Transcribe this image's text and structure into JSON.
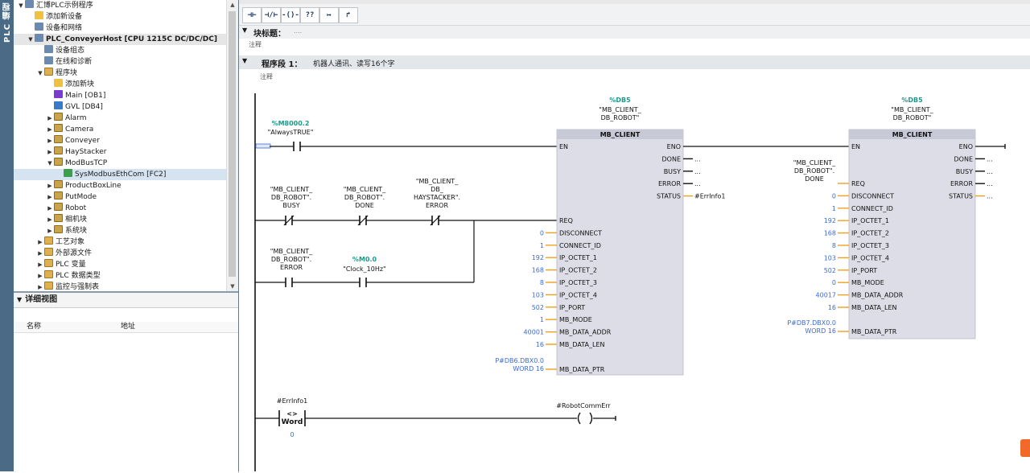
{
  "side_tab": {
    "label": "PLC 编程"
  },
  "tree": {
    "items": [
      {
        "label": "汇博PLC示例程序",
        "level": 0,
        "arrow": "▼",
        "icon": "project-icon"
      },
      {
        "label": "添加新设备",
        "level": 1,
        "arrow": "",
        "icon": "add-device-icon"
      },
      {
        "label": "设备和网络",
        "level": 1,
        "arrow": "",
        "icon": "network-icon"
      },
      {
        "label": "PLC_ConveyerHost [CPU 1215C DC/DC/DC]",
        "level": 1,
        "arrow": "▼",
        "icon": "plc-icon",
        "hl": true
      },
      {
        "label": "设备组态",
        "level": 2,
        "arrow": "",
        "icon": "device-config-icon"
      },
      {
        "label": "在线和诊断",
        "level": 2,
        "arrow": "",
        "icon": "diagnostics-icon"
      },
      {
        "label": "程序块",
        "level": 2,
        "arrow": "▼",
        "icon": "folder-icon"
      },
      {
        "label": "添加新块",
        "level": 3,
        "arrow": "",
        "icon": "add-block-icon"
      },
      {
        "label": "Main [OB1]",
        "level": 3,
        "arrow": "",
        "icon": "ob-icon"
      },
      {
        "label": "GVL [DB4]",
        "level": 3,
        "arrow": "",
        "icon": "db-icon"
      },
      {
        "label": "Alarm",
        "level": 3,
        "arrow": "▶",
        "icon": "group-icon"
      },
      {
        "label": "Camera",
        "level": 3,
        "arrow": "▶",
        "icon": "group-icon"
      },
      {
        "label": "Conveyer",
        "level": 3,
        "arrow": "▶",
        "icon": "group-icon"
      },
      {
        "label": "HayStacker",
        "level": 3,
        "arrow": "▶",
        "icon": "group-icon"
      },
      {
        "label": "ModBusTCP",
        "level": 3,
        "arrow": "▼",
        "icon": "group-icon"
      },
      {
        "label": "SysModbusEthCom [FC2]",
        "level": 4,
        "arrow": "",
        "icon": "fc-icon",
        "selected": true
      },
      {
        "label": "ProductBoxLine",
        "level": 3,
        "arrow": "▶",
        "icon": "group-icon"
      },
      {
        "label": "PutMode",
        "level": 3,
        "arrow": "▶",
        "icon": "group-icon"
      },
      {
        "label": "Robot",
        "level": 3,
        "arrow": "▶",
        "icon": "group-icon"
      },
      {
        "label": "相机块",
        "level": 3,
        "arrow": "▶",
        "icon": "group-icon"
      },
      {
        "label": "系统块",
        "level": 3,
        "arrow": "▶",
        "icon": "group-icon"
      },
      {
        "label": "工艺对象",
        "level": 2,
        "arrow": "▶",
        "icon": "folder-icon"
      },
      {
        "label": "外部源文件",
        "level": 2,
        "arrow": "▶",
        "icon": "folder-icon"
      },
      {
        "label": "PLC 变量",
        "level": 2,
        "arrow": "▶",
        "icon": "folder-icon"
      },
      {
        "label": "PLC 数据类型",
        "level": 2,
        "arrow": "▶",
        "icon": "folder-icon"
      },
      {
        "label": "监控与强制表",
        "level": 2,
        "arrow": "▶",
        "icon": "folder-icon"
      }
    ]
  },
  "detail": {
    "title": "详细视图",
    "col_name": "名称",
    "col_address": "地址"
  },
  "toolbar": {
    "buttons": [
      "⊣⊢",
      "⊣/⊢",
      "-()-",
      "??",
      "↦",
      "↱"
    ]
  },
  "block": {
    "title_label": "块标题：",
    "title_value": "....",
    "comment": "注释"
  },
  "network": {
    "label": "程序段 1：",
    "title": "机器人通讯、读写16个字",
    "comment": "注释"
  },
  "rung1": {
    "contact_addr": "%M8000.2",
    "contact_name": "\"AlwaysTRUE\"",
    "busy_name": [
      "\"MB_CLIENT_",
      "DB_ROBOT\".",
      "BUSY"
    ],
    "done_name": [
      "\"MB_CLIENT_",
      "DB_ROBOT\".",
      "DONE"
    ],
    "hay_error_name": [
      "\"MB_CLIENT_",
      "DB_",
      "HAYSTACKER\".",
      "ERROR"
    ],
    "err_name": [
      "\"MB_CLIENT_",
      "DB_ROBOT\".",
      "ERROR"
    ],
    "clock_addr": "%M0.0",
    "clock_name": "\"Clock_10Hz\""
  },
  "block1": {
    "db": "%DB5",
    "db_name": [
      "\"MB_CLIENT_",
      "DB_ROBOT\""
    ],
    "type": "MB_CLIENT",
    "inputs": [
      {
        "pin": "EN",
        "val": ""
      },
      {
        "pin": "REQ",
        "val": ""
      },
      {
        "pin": "DISCONNECT",
        "val": "0"
      },
      {
        "pin": "CONNECT_ID",
        "val": "1"
      },
      {
        "pin": "IP_OCTET_1",
        "val": "192"
      },
      {
        "pin": "IP_OCTET_2",
        "val": "168"
      },
      {
        "pin": "IP_OCTET_3",
        "val": "8"
      },
      {
        "pin": "IP_OCTET_4",
        "val": "103"
      },
      {
        "pin": "IP_PORT",
        "val": "502"
      },
      {
        "pin": "MB_MODE",
        "val": "1"
      },
      {
        "pin": "MB_DATA_ADDR",
        "val": "40001"
      },
      {
        "pin": "MB_DATA_LEN",
        "val": "16"
      },
      {
        "pin": "MB_DATA_PTR",
        "val": "P#DB6.DBX0.0",
        "val2": "WORD 16"
      }
    ],
    "outputs": [
      {
        "pin": "ENO",
        "val": ""
      },
      {
        "pin": "DONE",
        "val": "..."
      },
      {
        "pin": "BUSY",
        "val": "..."
      },
      {
        "pin": "ERROR",
        "val": "..."
      },
      {
        "pin": "STATUS",
        "val": "#ErrInfo1"
      }
    ]
  },
  "block2": {
    "db": "%DB5",
    "db_name": [
      "\"MB_CLIENT_",
      "DB_ROBOT\""
    ],
    "type": "MB_CLIENT",
    "req_name": [
      "\"MB_CLIENT_",
      "DB_ROBOT\".",
      "DONE"
    ],
    "inputs": [
      {
        "pin": "EN",
        "val": ""
      },
      {
        "pin": "REQ",
        "val": ""
      },
      {
        "pin": "DISCONNECT",
        "val": "0"
      },
      {
        "pin": "CONNECT_ID",
        "val": "1"
      },
      {
        "pin": "IP_OCTET_1",
        "val": "192"
      },
      {
        "pin": "IP_OCTET_2",
        "val": "168"
      },
      {
        "pin": "IP_OCTET_3",
        "val": "8"
      },
      {
        "pin": "IP_OCTET_4",
        "val": "103"
      },
      {
        "pin": "IP_PORT",
        "val": "502"
      },
      {
        "pin": "MB_MODE",
        "val": "0"
      },
      {
        "pin": "MB_DATA_ADDR",
        "val": "40017"
      },
      {
        "pin": "MB_DATA_LEN",
        "val": "16"
      },
      {
        "pin": "MB_DATA_PTR",
        "val": "P#DB7.DBX0.0",
        "val2": "WORD 16"
      }
    ],
    "outputs": [
      {
        "pin": "ENO",
        "val": ""
      },
      {
        "pin": "DONE",
        "val": "..."
      },
      {
        "pin": "BUSY",
        "val": "..."
      },
      {
        "pin": "ERROR",
        "val": "..."
      },
      {
        "pin": "STATUS",
        "val": "..."
      }
    ]
  },
  "rung2": {
    "cmp_operand": "#ErrInfo1",
    "cmp_op": "<>",
    "cmp_type": "Word",
    "cmp_value": "0",
    "coil_name": "#RobotCommErr"
  },
  "colors": {
    "address_green": "#1a9a8a",
    "value_blue": "#3a6ad8",
    "block_fill": "#dcdde6",
    "block_header": "#c8c9d6",
    "wire": "#111111",
    "pin_orange": "#f0a020"
  }
}
